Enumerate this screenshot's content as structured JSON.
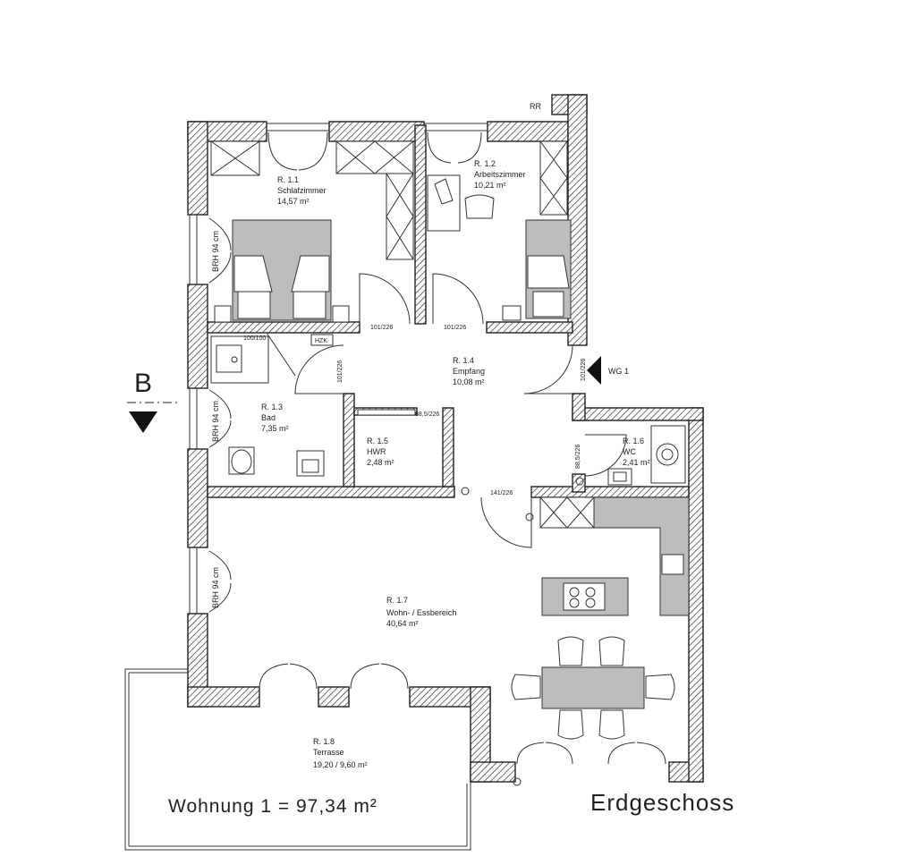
{
  "rooms": {
    "r11": {
      "id": "R. 1.1",
      "name": "Schlafzimmer",
      "area": "14,57 m²"
    },
    "r12": {
      "id": "R. 1.2",
      "name": "Arbeitszimmer",
      "area": "10,21 m²"
    },
    "r13": {
      "id": "R. 1.3",
      "name": "Bad",
      "area": "7,35 m²"
    },
    "r14": {
      "id": "R. 1.4",
      "name": "Empfang",
      "area": "10,08 m²"
    },
    "r15": {
      "id": "R. 1.5",
      "name": "HWR",
      "area": "2,48 m²"
    },
    "r16": {
      "id": "R. 1.6",
      "name": "WC",
      "area": "2,41 m²"
    },
    "r17": {
      "id": "R. 1.7",
      "name": "Wohn- / Essbereich",
      "area": "40,64 m²"
    },
    "r18": {
      "id": "R. 1.8",
      "name": "Terrasse",
      "area": "19,20 / 9,60 m²"
    }
  },
  "dims": {
    "d1": "101/226",
    "d2": "101/226",
    "d3": "100/100",
    "d4": "HZK",
    "d5": "101/226",
    "d6": "88,5/226",
    "d7": "101/226",
    "d8": "88,5/226",
    "d9": "141/226"
  },
  "brh": {
    "b1": "BRH 94 cm",
    "b2": "BRH 94 cm",
    "b3": "BRH 94 cm"
  },
  "labels": {
    "rr": "RR",
    "wg": "WG 1",
    "section": "B",
    "summary": "Wohnung 1 = 97,34 m²",
    "floor": "Erdgeschoss"
  }
}
